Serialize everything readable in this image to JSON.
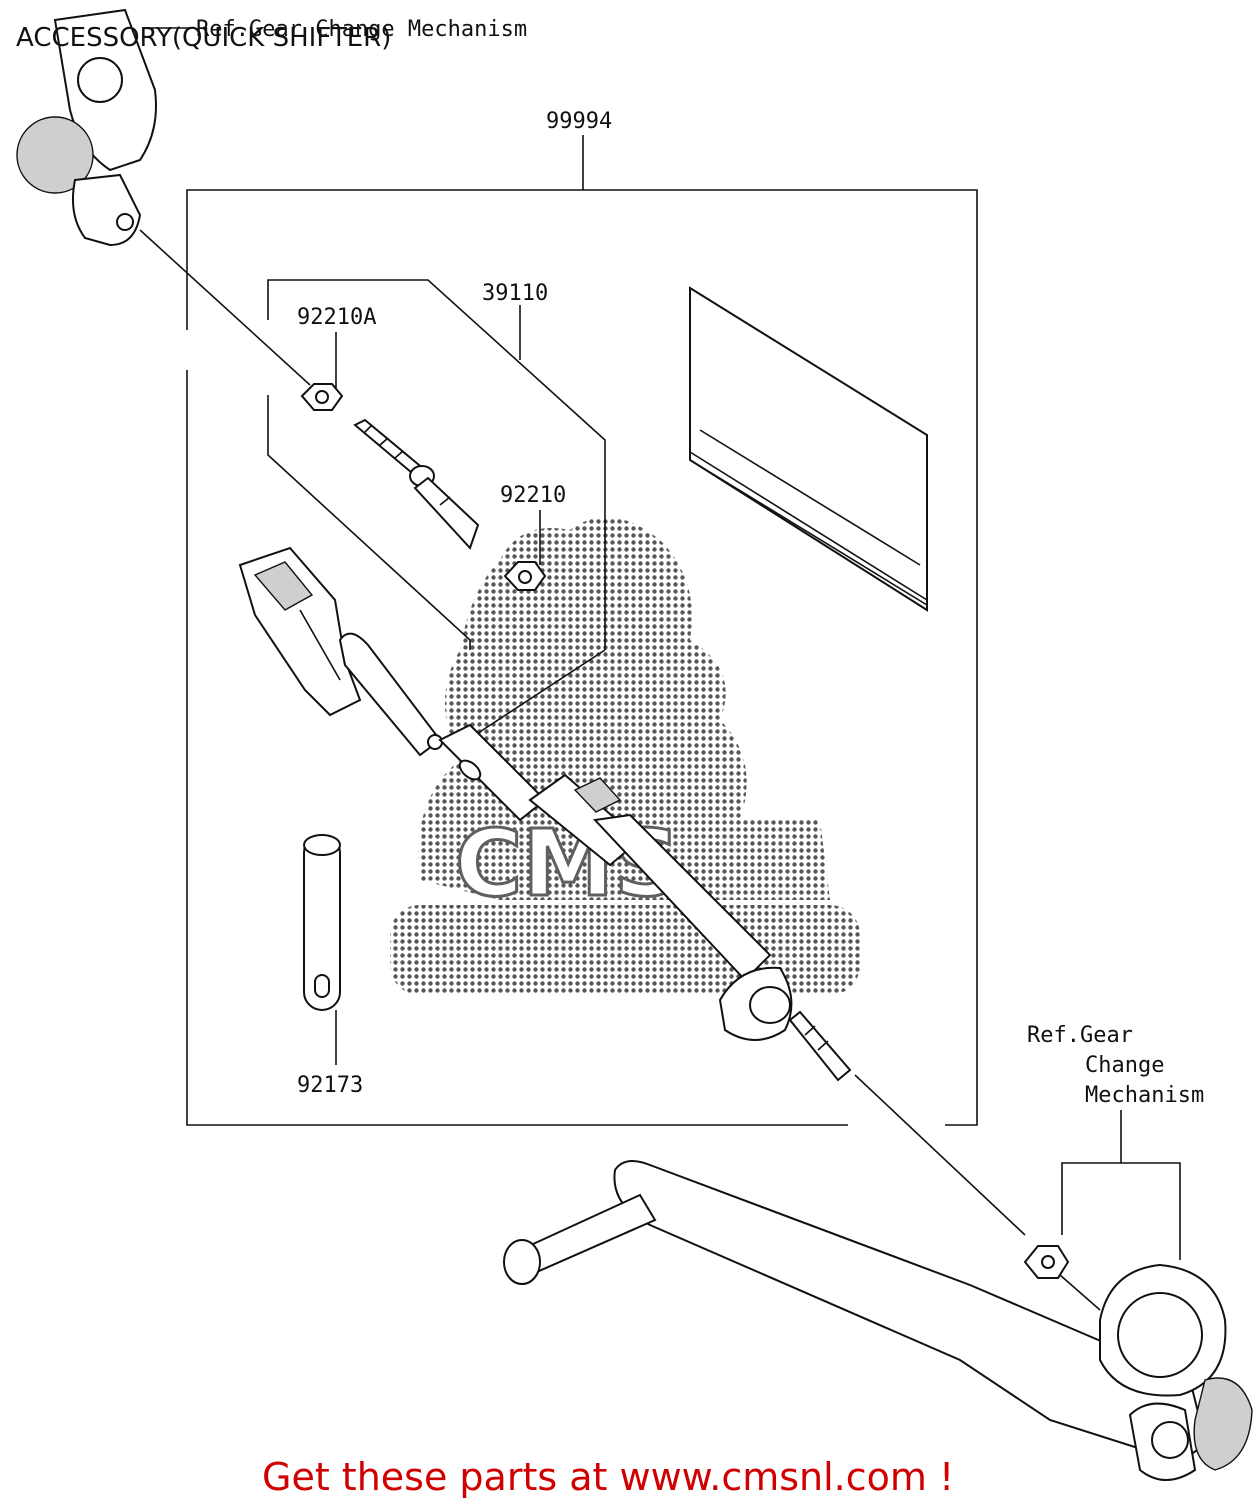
{
  "title": "ACCESSORY(QUICK SHIFTER)",
  "labels": {
    "ref_top": "Ref.Gear Change Mechanism",
    "kit": "99994",
    "sensor": "39110",
    "nut_a": "92210A",
    "nut": "92210",
    "strap": "92173",
    "ref_right": [
      "Ref.Gear",
      "Change",
      "Mechanism"
    ]
  },
  "watermark": "CMS",
  "promo": "Get these parts at www.cmsnl.com !",
  "colors": {
    "promo": "#d00000",
    "line": "#111111",
    "watermark": "#333333"
  }
}
